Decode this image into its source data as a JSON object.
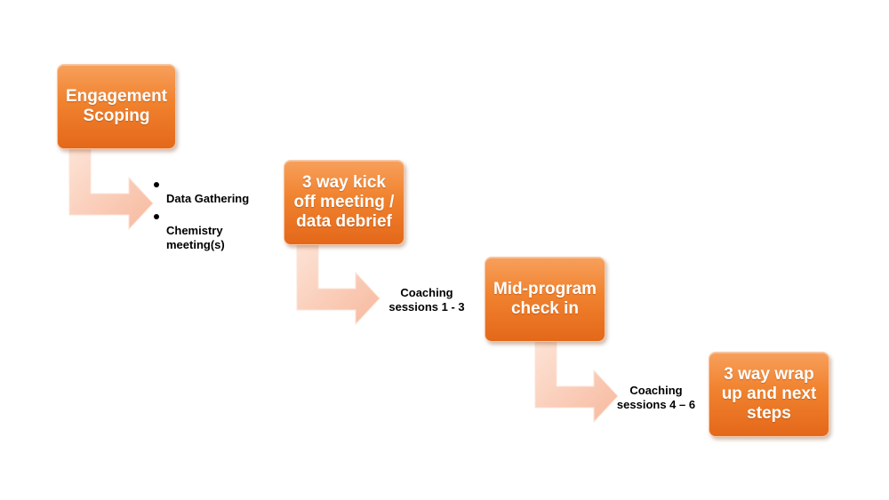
{
  "steps": [
    {
      "id": "engagement-scoping",
      "label": "Engagement\nScoping"
    },
    {
      "id": "kickoff-meeting",
      "label": "3 way kick\noff meeting /\ndata debrief"
    },
    {
      "id": "mid-program",
      "label": "Mid-program\ncheck in"
    },
    {
      "id": "wrap-up",
      "label": "3 way wrap\nup and next\nsteps"
    }
  ],
  "notes": {
    "step1_bullets": [
      "Data Gathering",
      "Chemistry\nmeeting(s)"
    ],
    "step2": "Coaching\nsessions  1 - 3",
    "step3": "Coaching\nsessions  4 – 6"
  },
  "colors": {
    "box_fill": "#f0822e",
    "arrow_fill": "#f9c9b3"
  }
}
